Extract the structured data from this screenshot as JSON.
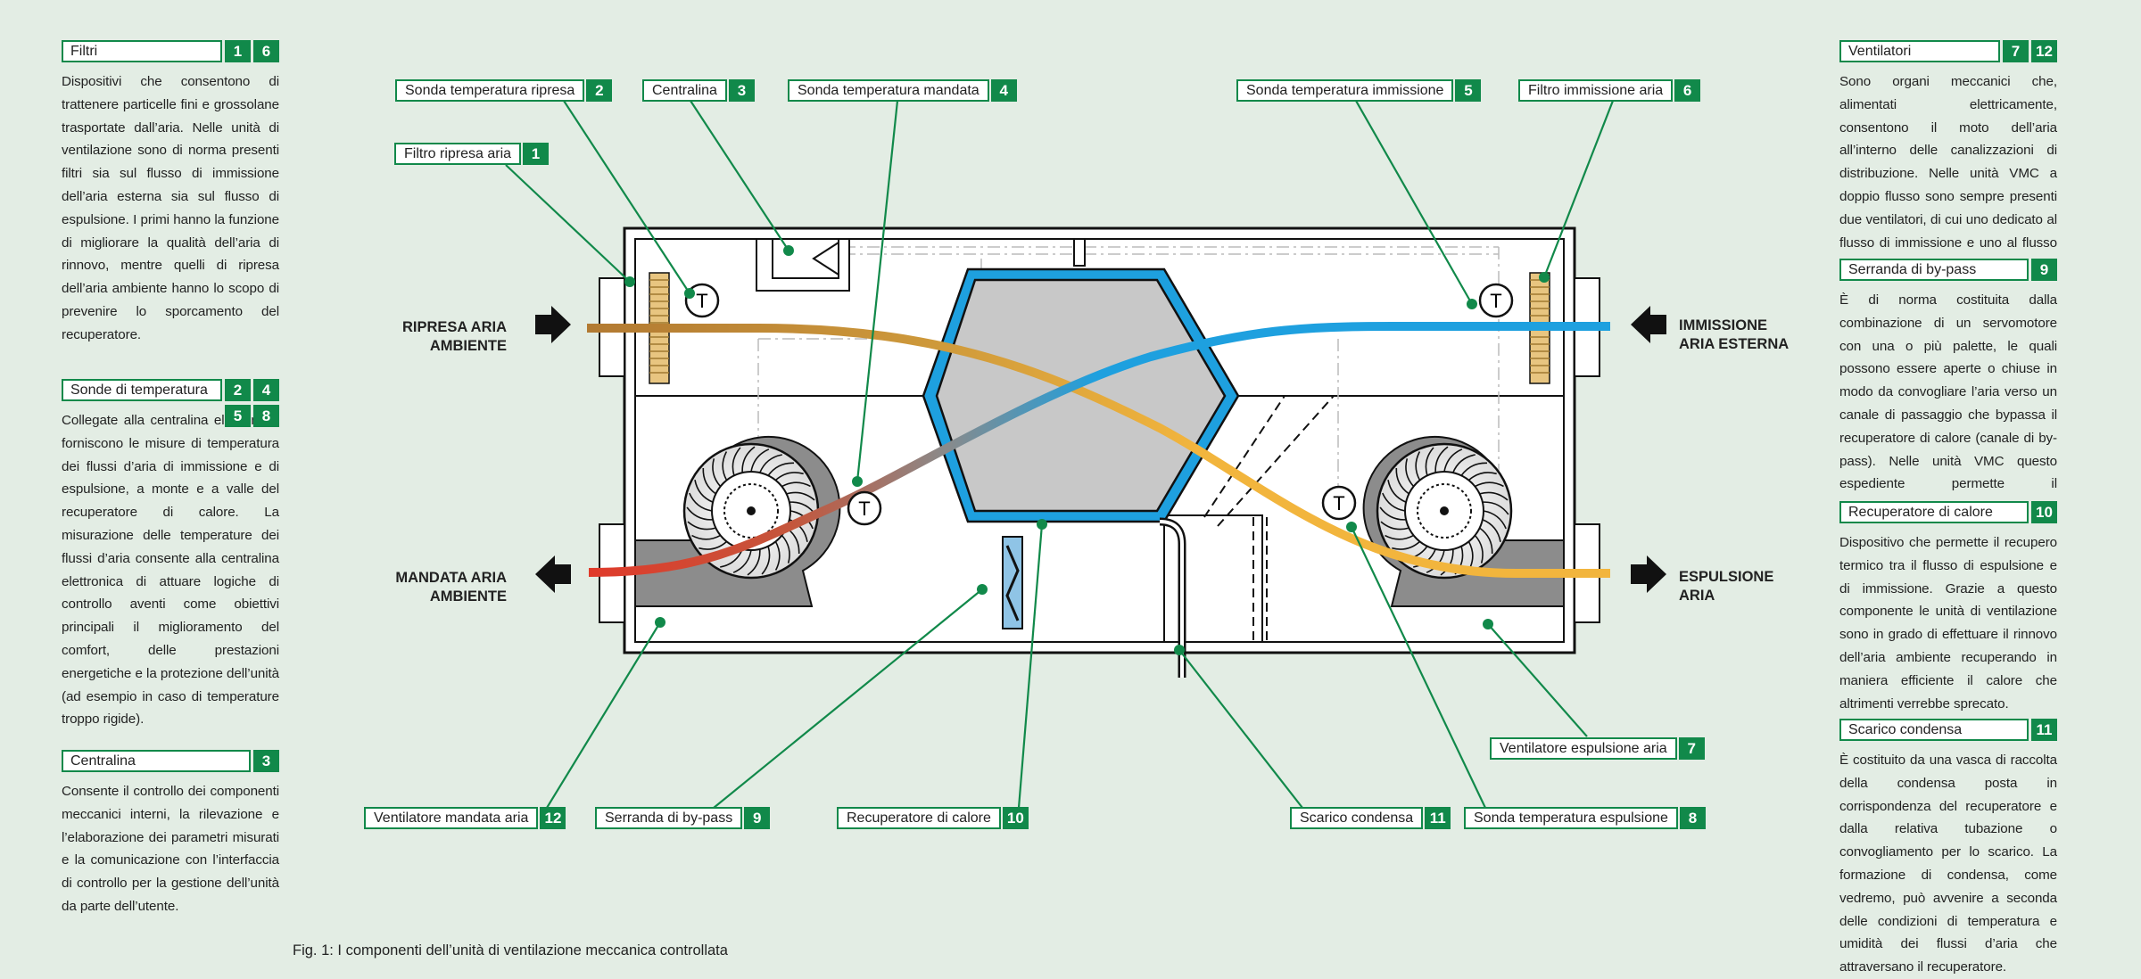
{
  "left": [
    {
      "title": "Filtri",
      "nums": [
        "1",
        "6"
      ],
      "text": "Dispositivi che consentono di trattenere particelle fini e grossolane trasportate dall’aria. Nelle unità di ventilazione sono di norma presenti filtri sia sul flusso di immissione dell’aria esterna sia sul flusso di espulsione. I primi hanno la funzione di migliorare la qualità dell’aria di rinnovo, mentre quelli di ripresa dell’aria ambiente hanno lo scopo di prevenire lo sporcamento del recuperatore."
    },
    {
      "title": "Sonde di temperatura",
      "nums": [
        "2",
        "4"
      ],
      "nums2": [
        "5",
        "8"
      ],
      "text": "Collegate alla centralina elettronica, forniscono le misure di temperatura dei flussi d’aria di immissione e di espulsione, a monte e a valle del recuperatore di calore. La misurazione delle temperature dei flussi d’aria consente alla centralina elettronica di attuare logiche di controllo aventi come obiettivi principali il miglioramento del comfort, delle prestazioni energetiche e la protezione dell’unità (ad esempio in caso di temperature troppo rigide)."
    },
    {
      "title": "Centralina",
      "nums": [
        "3"
      ],
      "text": "Consente il controllo dei componenti meccanici interni, la rilevazione e l’elaborazione dei parametri misurati e la comunicazione con l’interfaccia di controllo per la gestione dell’unità da parte dell’utente."
    }
  ],
  "right": [
    {
      "title": "Ventilatori",
      "nums": [
        "7",
        "12"
      ],
      "text": "Sono organi meccanici che, alimentati elettricamente, consentono il moto dell’aria all’interno delle canalizzazioni di distribuzione. Nelle unità VMC a doppio flusso sono sempre presenti due ventilatori, di cui uno dedicato al flusso di immissione e uno al flusso di espulsione."
    },
    {
      "title": "Serranda di by-pass",
      "nums": [
        "9"
      ],
      "text": "È di norma costituita dalla combinazione di un servomotore con una o più palette, le quali possono essere aperte o chiuse in modo da convogliare l’aria verso un canale di passaggio che bypassa il recuperatore di calore (canale di by-pass). Nelle unità VMC questo espediente permette il funzionamento in “free cooling”."
    },
    {
      "title": "Recuperatore di calore",
      "nums": [
        "10"
      ],
      "text": "Dispositivo che permette il recupero termico tra il flusso di espulsione e di immissione. Grazie a questo componente le unità di ventilazione sono in grado di effettuare il rinnovo dell’aria ambiente recuperando in maniera efficiente il calore che altrimenti verrebbe sprecato."
    },
    {
      "title": "Scarico condensa",
      "nums": [
        "11"
      ],
      "text": "È costituito da una vasca di raccolta della condensa posta in corrispondenza del recuperatore e dalla relativa tubazione o convogliamento per lo scarico. La formazione di condensa, come vedremo, può avvenire a seconda delle condizioni di temperatura e umidità dei flussi d’aria che attraversano il recuperatore."
    }
  ],
  "labels": {
    "sonda_ripresa": {
      "text": "Sonda temperatura ripresa",
      "num": "2"
    },
    "centralina": {
      "text": "Centralina",
      "num": "3"
    },
    "sonda_mandata": {
      "text": "Sonda temperatura mandata",
      "num": "4"
    },
    "sonda_immissione": {
      "text": "Sonda temperatura immissione",
      "num": "5"
    },
    "filtro_immissione": {
      "text": "Filtro immissione aria",
      "num": "6"
    },
    "filtro_ripresa": {
      "text": "Filtro ripresa aria",
      "num": "1"
    },
    "vent_espulsione": {
      "text": "Ventilatore espulsione aria",
      "num": "7"
    },
    "vent_mandata": {
      "text": "Ventilatore mandata aria",
      "num": "12"
    },
    "serranda": {
      "text": "Serranda di by-pass",
      "num": "9"
    },
    "recuperatore": {
      "text": "Recuperatore di calore",
      "num": "10"
    },
    "scarico": {
      "text": "Scarico condensa",
      "num": "11"
    },
    "sonda_espulsione": {
      "text": "Sonda temperatura espulsione",
      "num": "8"
    }
  },
  "sides": {
    "ripresa_1": "RIPRESA ARIA",
    "ripresa_2": "AMBIENTE",
    "mandata_1": "MANDATA ARIA",
    "mandata_2": "AMBIENTE",
    "immissione_1": "IMMISSIONE",
    "immissione_2": "ARIA ESTERNA",
    "espulsione_1": "ESPULSIONE",
    "espulsione_2": "ARIA"
  },
  "probe_letter": "T",
  "caption": "Fig. 1: I componenti dell’unità di ventilazione meccanica controllata",
  "colors": {
    "green": "#11894a",
    "blue": "#1ea0df",
    "yellow": "#f2b53d",
    "brown": "#b27a32",
    "red": "#e03a2a",
    "background": "#e3ede4"
  },
  "icons": [
    "arrow-in-icon",
    "arrow-out-icon",
    "fan-icon",
    "hexagon-exchanger-icon",
    "temperature-probe-icon",
    "filter-icon",
    "controller-icon"
  ]
}
